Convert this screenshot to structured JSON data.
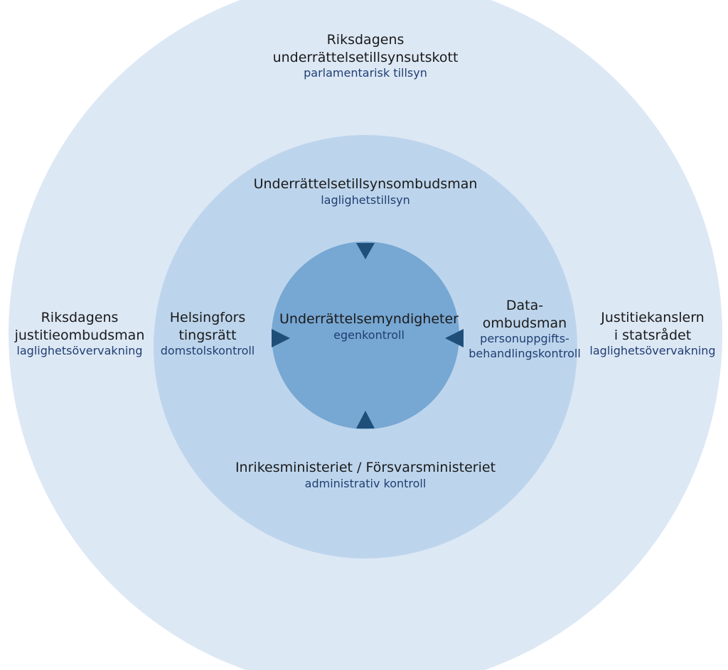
{
  "colors": {
    "outer_ring": "#dde8f5",
    "middle_ring": "#bdd5ec",
    "inner_circle": "#77a7d3",
    "arrow": "#1f4e79",
    "title_text": "#1a1a1a",
    "subtitle_text": "#1f3e73"
  },
  "outer": {
    "top": {
      "line1": "Riksdagens",
      "line2": "underrättelsetillsynsutskott",
      "sub": "parlamentarisk tillsyn"
    },
    "left": {
      "line1": "Riksdagens",
      "line2": "justitieombudsman",
      "sub": "laglighetsövervakning"
    },
    "right": {
      "line1": "Justitiekanslern",
      "line2": "i statsrådet",
      "sub": "laglighetsövervakning"
    }
  },
  "middle": {
    "top": {
      "title": "Underrättelsetillsynsombudsman",
      "sub": "laglighetstillsyn"
    },
    "left": {
      "line1": "Helsingfors",
      "line2": "tingsrätt",
      "sub": "domstolskontroll"
    },
    "right": {
      "line1": "Data-",
      "line2": "ombudsman",
      "sub1": "personuppgifts-",
      "sub2": "behandlingskontroll"
    },
    "bottom": {
      "title": "Inrikesministeriet / Försvarsministeriet",
      "sub": "administrativ kontroll"
    }
  },
  "center": {
    "title": "Underrättelsemyndigheter",
    "sub": "egenkontroll"
  }
}
